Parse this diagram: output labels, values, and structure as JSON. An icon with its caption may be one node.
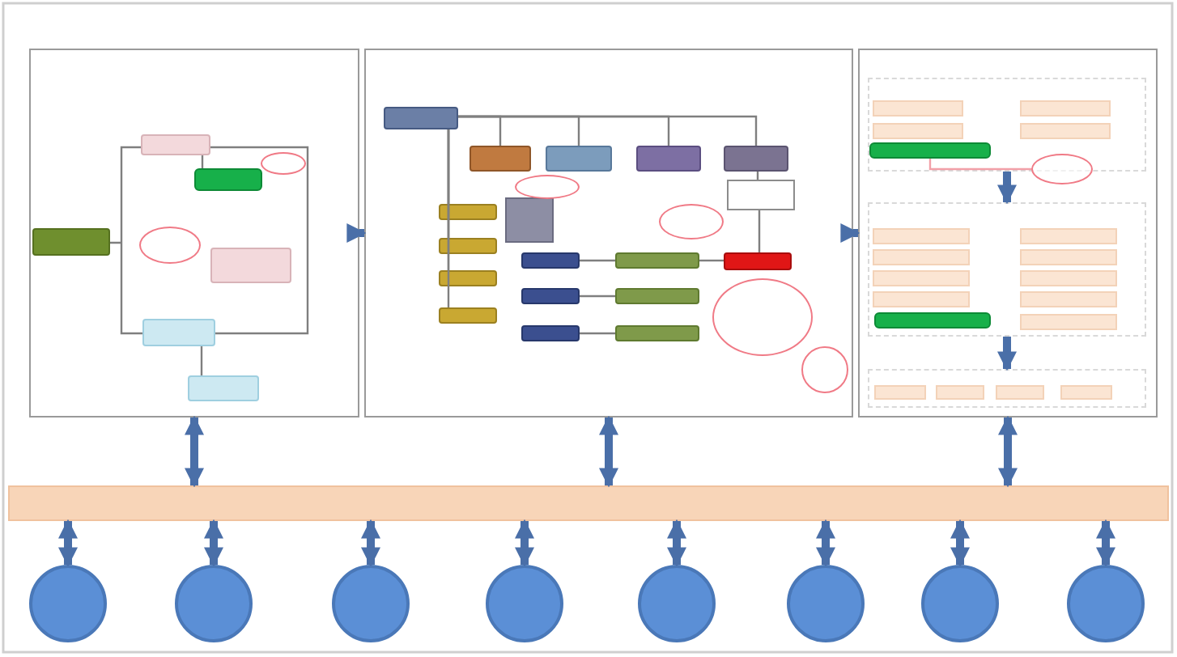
{
  "diagram": {
    "nodes": [
      {
        "text": [],
        "shape": "box"
      },
      {
        "text": [],
        "shape": "box"
      },
      {
        "text": [],
        "shape": "box"
      },
      {
        "text": [],
        "shape": "box",
        "in": 0
      },
      {
        "text": [],
        "shape": "box",
        "in": 0
      },
      {
        "text": [],
        "shape": "box",
        "in": 0
      },
      {
        "text": [],
        "shape": "circle",
        "in": 0
      },
      {
        "text": [],
        "shape": "circle",
        "in": 0
      },
      {
        "text": [],
        "shape": "box",
        "in": 0
      },
      {
        "text": [],
        "shape": "box",
        "in": 0
      },
      {
        "text": [],
        "shape": "box",
        "in": 0
      },
      {
        "text": [],
        "shape": "box",
        "in": 1
      },
      {
        "text": [],
        "shape": "box",
        "in": 1
      },
      {
        "text": [],
        "shape": "box",
        "in": 1
      },
      {
        "text": [],
        "shape": "box",
        "in": 1
      },
      {
        "text": [],
        "shape": "box",
        "in": 1
      },
      {
        "text": [],
        "shape": "box",
        "in": 1
      },
      {
        "text": [],
        "shape": "box",
        "in": 1
      },
      {
        "text": [],
        "shape": "box",
        "in": 1
      },
      {
        "text": [],
        "shape": "box",
        "in": 1
      },
      {
        "text": [],
        "shape": "box",
        "in": 1
      },
      {
        "text": [],
        "shape": "box",
        "in": 1
      },
      {
        "text": [],
        "shape": "box",
        "in": 1
      },
      {
        "text": [],
        "shape": "box",
        "in": 1
      },
      {
        "text": [],
        "shape": "box",
        "in": 1
      },
      {
        "text": [],
        "shape": "box",
        "in": 1
      },
      {
        "text": [],
        "shape": "box",
        "in": 1
      },
      {
        "text": [],
        "shape": "box",
        "in": 1
      },
      {
        "text": [],
        "shape": "box",
        "in": 1
      },
      {
        "text": [],
        "shape": "circle",
        "in": 1
      },
      {
        "text": [],
        "shape": "circle",
        "in": 1
      },
      {
        "text": [],
        "shape": "circle",
        "in": 1
      },
      {
        "text": [],
        "shape": "circle",
        "in": 1
      },
      {
        "text": [],
        "shape": "box",
        "in": 2
      },
      {
        "text": [],
        "shape": "box",
        "in": 33
      },
      {
        "text": [],
        "shape": "box",
        "in": 33
      },
      {
        "text": [],
        "shape": "box",
        "in": 33
      },
      {
        "text": [],
        "shape": "box",
        "in": 33
      },
      {
        "text": [],
        "shape": "box",
        "in": 33
      },
      {
        "text": [],
        "shape": "circle",
        "in": 2
      },
      {
        "text": [],
        "shape": "box",
        "in": 2
      },
      {
        "text": [],
        "shape": "box",
        "in": 40
      },
      {
        "text": [],
        "shape": "box",
        "in": 40
      },
      {
        "text": [],
        "shape": "box",
        "in": 40
      },
      {
        "text": [],
        "shape": "box",
        "in": 40
      },
      {
        "text": [],
        "shape": "box",
        "in": 40
      },
      {
        "text": [],
        "shape": "box",
        "in": 40
      },
      {
        "text": [],
        "shape": "box",
        "in": 40
      },
      {
        "text": [],
        "shape": "box",
        "in": 40
      },
      {
        "text": [],
        "shape": "box",
        "in": 40
      },
      {
        "text": [],
        "shape": "box",
        "in": 40
      },
      {
        "text": [],
        "shape": "box",
        "in": 2
      },
      {
        "text": [],
        "shape": "box",
        "in": 51
      },
      {
        "text": [],
        "shape": "box",
        "in": 51
      },
      {
        "text": [],
        "shape": "box",
        "in": 51
      },
      {
        "text": [],
        "shape": "box",
        "in": 51
      },
      {
        "text": [],
        "shape": "bar"
      },
      {
        "text": [],
        "shape": "circle"
      },
      {
        "text": [],
        "shape": "circle"
      },
      {
        "text": [],
        "shape": "circle"
      },
      {
        "text": [],
        "shape": "circle"
      },
      {
        "text": [],
        "shape": "circle"
      },
      {
        "text": [],
        "shape": "circle"
      },
      {
        "text": [],
        "shape": "circle"
      },
      {
        "text": [],
        "shape": "circle"
      }
    ],
    "edges": [
      {
        "from": 0,
        "to": 1,
        "arrow": "to",
        "style": "thick",
        "color": "#4a6fa8"
      },
      {
        "from": 1,
        "to": 2,
        "arrow": "to",
        "style": "thick",
        "color": "#4a6fa8"
      },
      {
        "from": 0,
        "to": 56,
        "arrow": "both",
        "style": "thick",
        "color": "#4a6fa8"
      },
      {
        "from": 1,
        "to": 56,
        "arrow": "both",
        "style": "thick",
        "color": "#4a6fa8"
      },
      {
        "from": 2,
        "to": 56,
        "arrow": "both",
        "style": "thick",
        "color": "#4a6fa8"
      },
      {
        "from": 56,
        "to": 57,
        "arrow": "both",
        "style": "thick",
        "color": "#4a6fa8"
      },
      {
        "from": 56,
        "to": 58,
        "arrow": "both",
        "style": "thick",
        "color": "#4a6fa8"
      },
      {
        "from": 56,
        "to": 59,
        "arrow": "both",
        "style": "thick",
        "color": "#4a6fa8"
      },
      {
        "from": 56,
        "to": 60,
        "arrow": "both",
        "style": "thick",
        "color": "#4a6fa8"
      },
      {
        "from": 56,
        "to": 61,
        "arrow": "both",
        "style": "thick",
        "color": "#4a6fa8"
      },
      {
        "from": 56,
        "to": 62,
        "arrow": "both",
        "style": "thick",
        "color": "#4a6fa8"
      },
      {
        "from": 56,
        "to": 63,
        "arrow": "both",
        "style": "thick",
        "color": "#4a6fa8"
      },
      {
        "from": 56,
        "to": 64,
        "arrow": "both",
        "style": "thick",
        "color": "#4a6fa8"
      },
      {
        "from": 33,
        "to": 40,
        "arrow": "to",
        "style": "thick",
        "color": "#4a6fa8"
      },
      {
        "from": 40,
        "to": 51,
        "arrow": "to",
        "style": "thick",
        "color": "#4a6fa8"
      },
      {
        "from": 4,
        "to": 5,
        "arrow": "none"
      },
      {
        "from": 9,
        "to": 10,
        "arrow": "none"
      },
      {
        "from": 11,
        "to": 12,
        "arrow": "none"
      },
      {
        "from": 11,
        "to": 13,
        "arrow": "none"
      },
      {
        "from": 11,
        "to": 14,
        "arrow": "none"
      },
      {
        "from": 11,
        "to": 15,
        "arrow": "none"
      },
      {
        "from": 11,
        "to": 17,
        "arrow": "none"
      },
      {
        "from": 11,
        "to": 18,
        "arrow": "none"
      },
      {
        "from": 11,
        "to": 19,
        "arrow": "none"
      },
      {
        "from": 11,
        "to": 20,
        "arrow": "none"
      },
      {
        "from": 15,
        "to": 16,
        "arrow": "none"
      },
      {
        "from": 16,
        "to": 28,
        "arrow": "none"
      },
      {
        "from": 22,
        "to": 25,
        "arrow": "none"
      },
      {
        "from": 23,
        "to": 26,
        "arrow": "none"
      },
      {
        "from": 24,
        "to": 27,
        "arrow": "none"
      },
      {
        "from": 25,
        "to": 28,
        "arrow": "none"
      },
      {
        "from": 39,
        "to": 38,
        "arrow": "none",
        "color": "#f2a0a8"
      }
    ]
  }
}
